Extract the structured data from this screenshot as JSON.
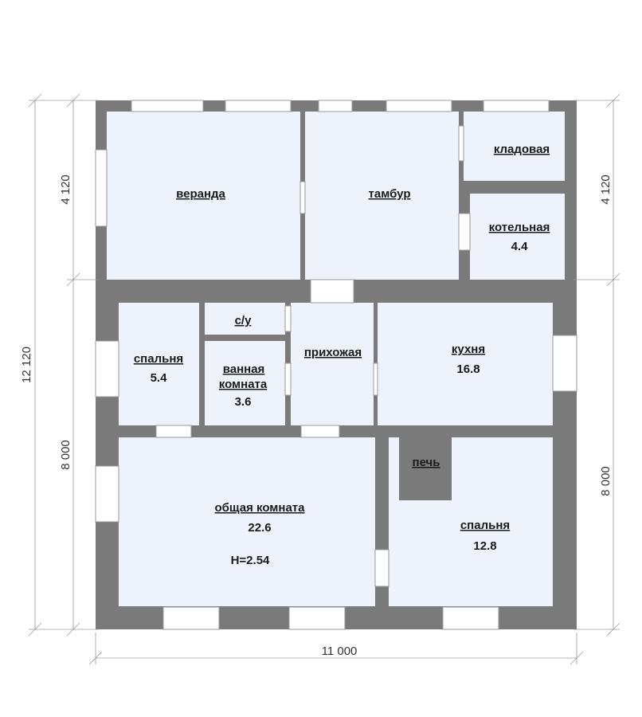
{
  "rooms": {
    "veranda": {
      "name": "веранда"
    },
    "tambur": {
      "name": "тамбур"
    },
    "kladovaya": {
      "name": "кладовая"
    },
    "kotelnaya": {
      "name": "котельная",
      "area": "4.4"
    },
    "spalnya_small": {
      "name": "спальня",
      "area": "5.4"
    },
    "su": {
      "name": "с/у"
    },
    "vannaya": {
      "name_line1": "ванная",
      "name_line2": "комната",
      "area": "3.6"
    },
    "prihozhaya": {
      "name": "прихожая"
    },
    "kuhnya": {
      "name": "кухня",
      "area": "16.8"
    },
    "pech": {
      "name": "печь"
    },
    "obshaya": {
      "name": "общая комната",
      "area": "22.6",
      "height": "H=2.54"
    },
    "spalnya_big": {
      "name": "спальня",
      "area": "12.8"
    }
  },
  "dimensions": {
    "total_width": "11 000",
    "total_height": "12 120",
    "left_upper": "4 120",
    "left_lower": "8 000",
    "right_upper": "4 120",
    "right_lower": "8 000"
  },
  "colors": {
    "wall": "#7a7a7a",
    "room_fill": "#eef3fb",
    "window": "#ffffff"
  }
}
